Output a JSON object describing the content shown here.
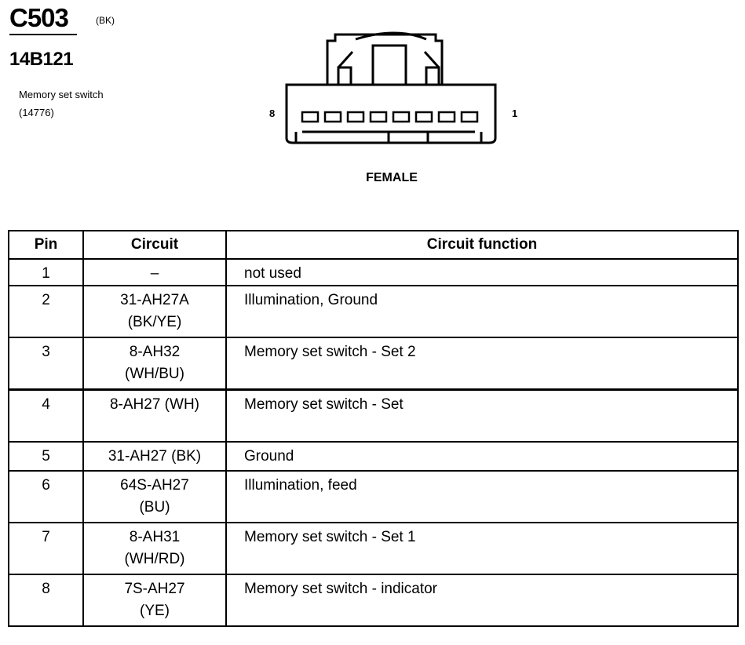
{
  "connector": {
    "id": "C503",
    "color_code": "(BK)",
    "part_number": "14B121",
    "component_name": "Memory set switch",
    "component_part": "(14776)",
    "pin_left": "8",
    "pin_right": "1",
    "gender": "FEMALE"
  },
  "table": {
    "headers": {
      "pin": "Pin",
      "circuit": "Circuit",
      "function": "Circuit function"
    },
    "rows": [
      {
        "pin": "1",
        "circuit_line1": "–",
        "circuit_line2": "",
        "function": "not used"
      },
      {
        "pin": "2",
        "circuit_line1": "31-AH27A",
        "circuit_line2": "(BK/YE)",
        "function": "Illumination, Ground"
      },
      {
        "pin": "3",
        "circuit_line1": "8-AH32",
        "circuit_line2": "(WH/BU)",
        "function": "Memory set switch  - Set 2"
      },
      {
        "pin": "4",
        "circuit_line1": "8-AH27 (WH)",
        "circuit_line2": "",
        "function": "Memory set switch  - Set"
      },
      {
        "pin": "5",
        "circuit_line1": "31-AH27 (BK)",
        "circuit_line2": "",
        "function": "Ground"
      },
      {
        "pin": "6",
        "circuit_line1": "64S-AH27",
        "circuit_line2": "(BU)",
        "function": "Illumination, feed"
      },
      {
        "pin": "7",
        "circuit_line1": "8-AH31",
        "circuit_line2": "(WH/RD)",
        "function": "Memory set switch  - Set 1"
      },
      {
        "pin": "8",
        "circuit_line1": "7S-AH27",
        "circuit_line2": "(YE)",
        "function": "Memory set switch  - indicator"
      }
    ]
  }
}
